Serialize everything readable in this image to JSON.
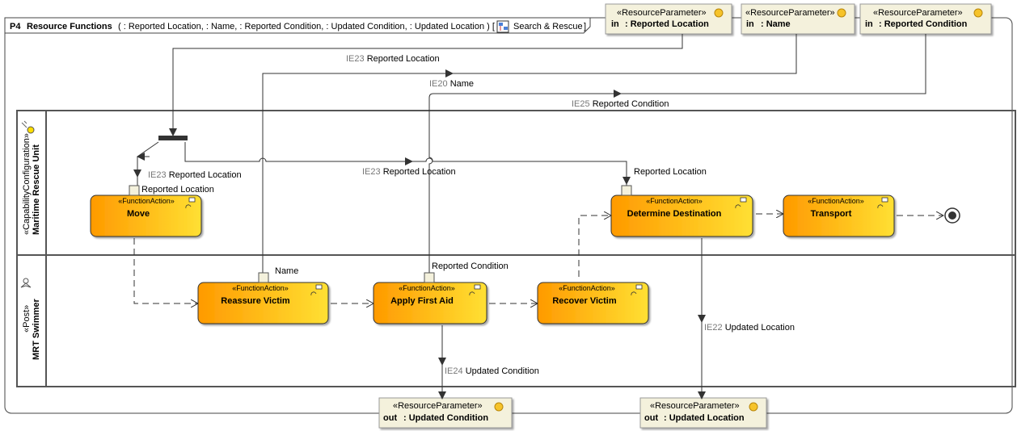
{
  "frame": {
    "kind": "P4",
    "title": "Resource Functions",
    "params": "( : Reported Location, : Name, : Reported Condition, : Updated Condition, : Updated Location ) [",
    "owner": "Search & Rescue",
    "close": "]"
  },
  "input_params": [
    {
      "stereo": "«ResourceParameter»",
      "dir": "in",
      "name": ": Reported Location"
    },
    {
      "stereo": "«ResourceParameter»",
      "dir": "in",
      "name": ": Name"
    },
    {
      "stereo": "«ResourceParameter»",
      "dir": "in",
      "name": ": Reported Condition"
    }
  ],
  "output_params": [
    {
      "stereo": "«ResourceParameter»",
      "dir": "out",
      "name": ": Updated Condition"
    },
    {
      "stereo": "«ResourceParameter»",
      "dir": "out",
      "name": ": Updated Location"
    }
  ],
  "lanes": [
    {
      "stereo": "«CapabilityConfiguration»",
      "name": "Maritime Rescue Unit"
    },
    {
      "stereo": "«Post»",
      "name": "MRT Swimmer"
    }
  ],
  "actions": {
    "move": {
      "stereo": "«FunctionAction»",
      "name": "Move"
    },
    "determine": {
      "stereo": "«FunctionAction»",
      "name": "Determine Destination"
    },
    "transport": {
      "stereo": "«FunctionAction»",
      "name": "Transport"
    },
    "reassure": {
      "stereo": "«FunctionAction»",
      "name": "Reassure Victim"
    },
    "firstaid": {
      "stereo": "«FunctionAction»",
      "name": "Apply First Aid"
    },
    "recover": {
      "stereo": "«FunctionAction»",
      "name": "Recover Victim"
    }
  },
  "pins": {
    "move": "Reported Location",
    "determine": "Reported Location",
    "reassure": "Name",
    "firstaid": "Reported Condition"
  },
  "flows": {
    "ie23_top": {
      "id": "IE23",
      "label": "Reported Location"
    },
    "ie20": {
      "id": "IE20",
      "label": "Name"
    },
    "ie25": {
      "id": "IE25",
      "label": "Reported Condition"
    },
    "ie23_move": {
      "id": "IE23",
      "label": "Reported Location"
    },
    "ie23_mid": {
      "id": "IE23",
      "label": "Reported Location"
    },
    "ie24": {
      "id": "IE24",
      "label": "Updated Condition"
    },
    "ie22": {
      "id": "IE22",
      "label": "Updated Location"
    }
  },
  "colors": {
    "action_fill_light": "#ffe033",
    "action_fill_dark": "#ff9a00",
    "param_fill": "#f4f1dc",
    "param_dir": "#8a6d14",
    "lane_border": "#555555",
    "flow_line": "#333333",
    "id_gray": "#777777"
  }
}
